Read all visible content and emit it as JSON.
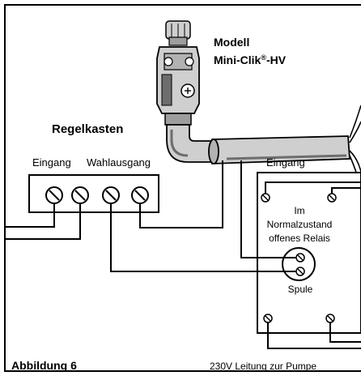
{
  "diagram": {
    "sensor_model_line1": "Modell",
    "sensor_model_line2": "Mini-Clik",
    "sensor_model_reg": "®",
    "sensor_model_suffix": "-HV",
    "controller_title": "Regelkasten",
    "controller_label_input": "Eingang",
    "controller_label_output": "Wahlausgang",
    "relay_label_input": "Eingang",
    "relay_note_line1": "Im",
    "relay_note_line2": "Normalzustand",
    "relay_note_line3": "offenes Relais",
    "coil_label": "Spule",
    "figure_label": "Abbildung 6",
    "pump_line_label": "230V Leitung zur Pumpe"
  },
  "colors": {
    "line": "#000000",
    "background": "#ffffff",
    "sensor_body": "#cfcfcf",
    "sensor_shadow": "#6d6d6d"
  },
  "icons": [
    "screw-terminal-icon",
    "rain-sensor-icon"
  ]
}
